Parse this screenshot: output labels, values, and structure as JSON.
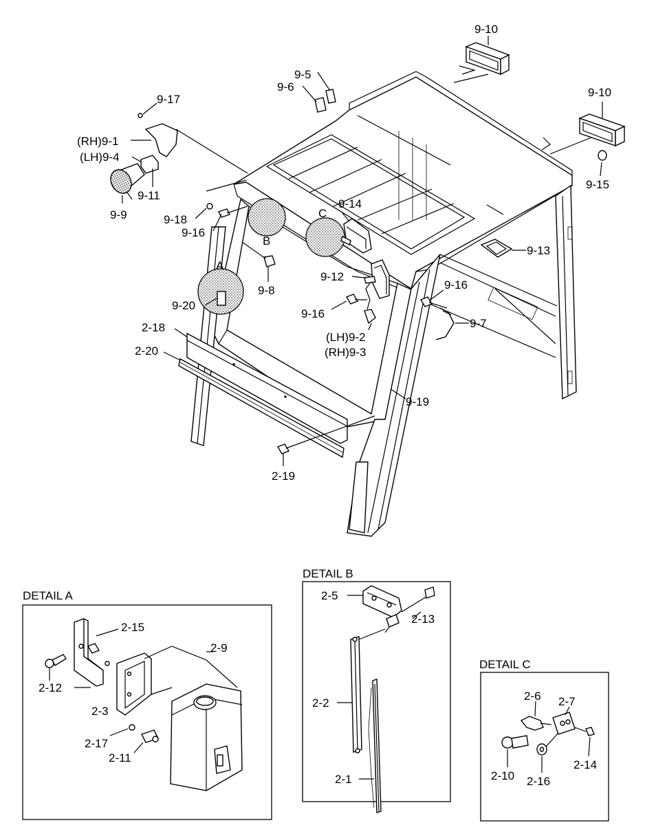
{
  "callouts": {
    "c9_10a": "9-10",
    "c9_10b": "9-10",
    "c9_5": "9-5",
    "c9_6": "9-6",
    "c9_17": "9-17",
    "c9_1": "(RH)9-1",
    "c9_4": "(LH)9-4",
    "c9_11": "9-11",
    "c9_9": "9-9",
    "c9_15": "9-15",
    "c9_14": "9-14",
    "c9_18": "9-18",
    "c9_16a": "9-16",
    "c9_13": "9-13",
    "c9_12": "9-12",
    "c9_8": "9-8",
    "c9_20": "9-20",
    "c9_16b": "9-16",
    "c9_16c": "9-16",
    "c9_2": "(LH)9-2",
    "c9_3": "(RH)9-3",
    "c9_7": "9-7",
    "c2_18": "2-18",
    "c2_20": "2-20",
    "c9_19": "9-19",
    "c2_19": "2-19"
  },
  "zones": {
    "a": "A",
    "b": "B",
    "c": "C"
  },
  "detail_a": {
    "title": "DETAIL A",
    "labels": {
      "c2_15": "2-15",
      "c2_9": "2-9",
      "c2_12": "2-12",
      "c2_3": "2-3",
      "c2_17": "2-17",
      "c2_11": "2-11"
    }
  },
  "detail_b": {
    "title": "DETAIL B",
    "labels": {
      "c2_5": "2-5",
      "c2_13": "2-13",
      "c2_2": "2-2",
      "c2_1": "2-1"
    }
  },
  "detail_c": {
    "title": "DETAIL C",
    "labels": {
      "c2_6": "2-6",
      "c2_7": "2-7",
      "c2_10": "2-10",
      "c2_16": "2-16",
      "c2_14": "2-14"
    }
  }
}
